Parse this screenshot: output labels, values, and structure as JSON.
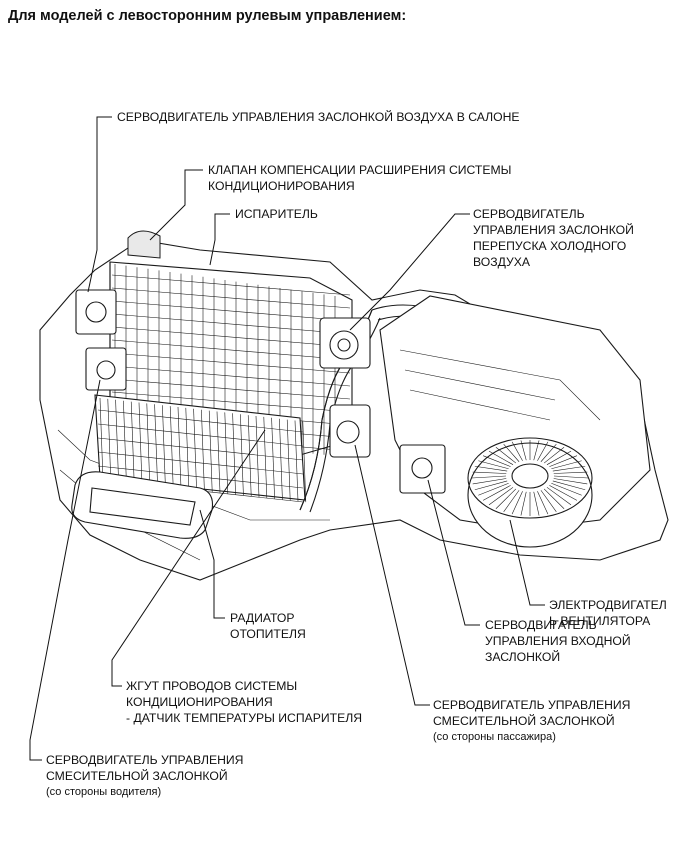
{
  "title": "Для моделей с левосторонним рулевым управлением:",
  "labels": {
    "cabin_air_damper_servo": [
      "СЕРВОДВИГАТЕЛЬ УПРАВЛЕНИЯ ЗАСЛОНКОЙ ВОЗДУХА В САЛОНЕ"
    ],
    "expansion_valve": [
      "КЛАПАН КОМПЕНСАЦИИ РАСШИРЕНИЯ СИСТЕМЫ",
      "КОНДИЦИОНИРОВАНИЯ"
    ],
    "evaporator": [
      "ИСПАРИТЕЛЬ"
    ],
    "cold_bypass_damper_servo": [
      "СЕРВОДВИГАТЕЛЬ",
      "УПРАВЛЕНИЯ ЗАСЛОНКОЙ",
      "ПЕРЕПУСКА ХОЛОДНОГО",
      "ВОЗДУХА"
    ],
    "blower_motor": [
      "ЭЛЕКТРОДВИГАТЕЛ",
      "Ь ВЕНТИЛЯТОРА"
    ],
    "inlet_damper_servo": [
      "СЕРВОДВИГАТЕЛЬ",
      "УПРАВЛЕНИЯ ВХОДНОЙ",
      "ЗАСЛОНКОЙ"
    ],
    "heater_radiator": [
      "РАДИАТОР",
      "ОТОПИТЕЛЯ"
    ],
    "wire_harness": [
      "ЖГУТ ПРОВОДОВ СИСТЕМЫ",
      "КОНДИЦИОНИРОВАНИЯ",
      "- ДАТЧИК ТЕМПЕРАТУРЫ ИСПАРИТЕЛЯ"
    ],
    "passenger_mix_servo": [
      "СЕРВОДВИГАТЕЛЬ УПРАВЛЕНИЯ",
      "СМЕСИТЕЛЬНОЙ ЗАСЛОНКОЙ"
    ],
    "passenger_mix_servo_note": "(со стороны пассажира)",
    "driver_mix_servo": [
      "СЕРВОДВИГАТЕЛЬ УПРАВЛЕНИЯ",
      "СМЕСИТЕЛЬНОЙ ЗАСЛОНКОЙ"
    ],
    "driver_mix_servo_note": "(со стороны водителя)"
  }
}
